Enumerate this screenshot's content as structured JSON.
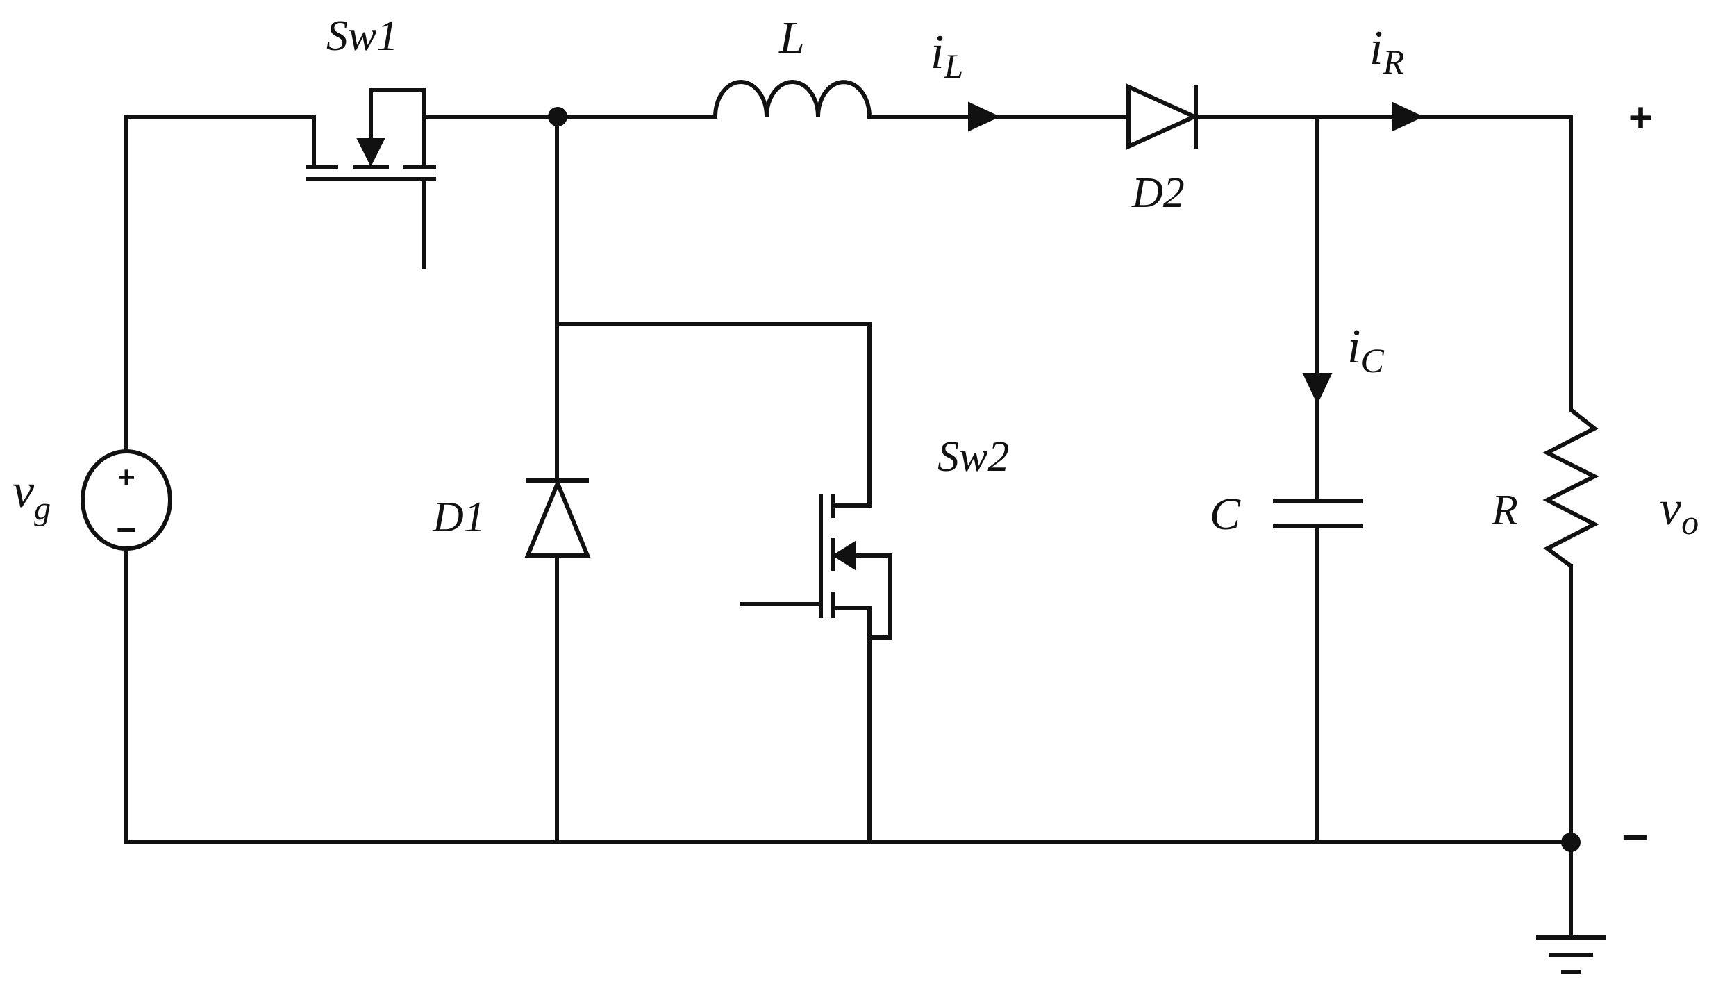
{
  "labels": {
    "source_v": "v",
    "source_sub": "g",
    "sw1": "Sw1",
    "sw2": "Sw2",
    "inductor": "L",
    "iL_main": "i",
    "iL_sub": "L",
    "iR_main": "i",
    "iR_sub": "R",
    "iC_main": "i",
    "iC_sub": "C",
    "d1": "D1",
    "d2": "D2",
    "capacitor": "C",
    "resistor": "R",
    "vo_main": "v",
    "vo_sub": "o",
    "plus": "+",
    "minus": "−",
    "src_plus": "+",
    "src_minus": "−"
  }
}
